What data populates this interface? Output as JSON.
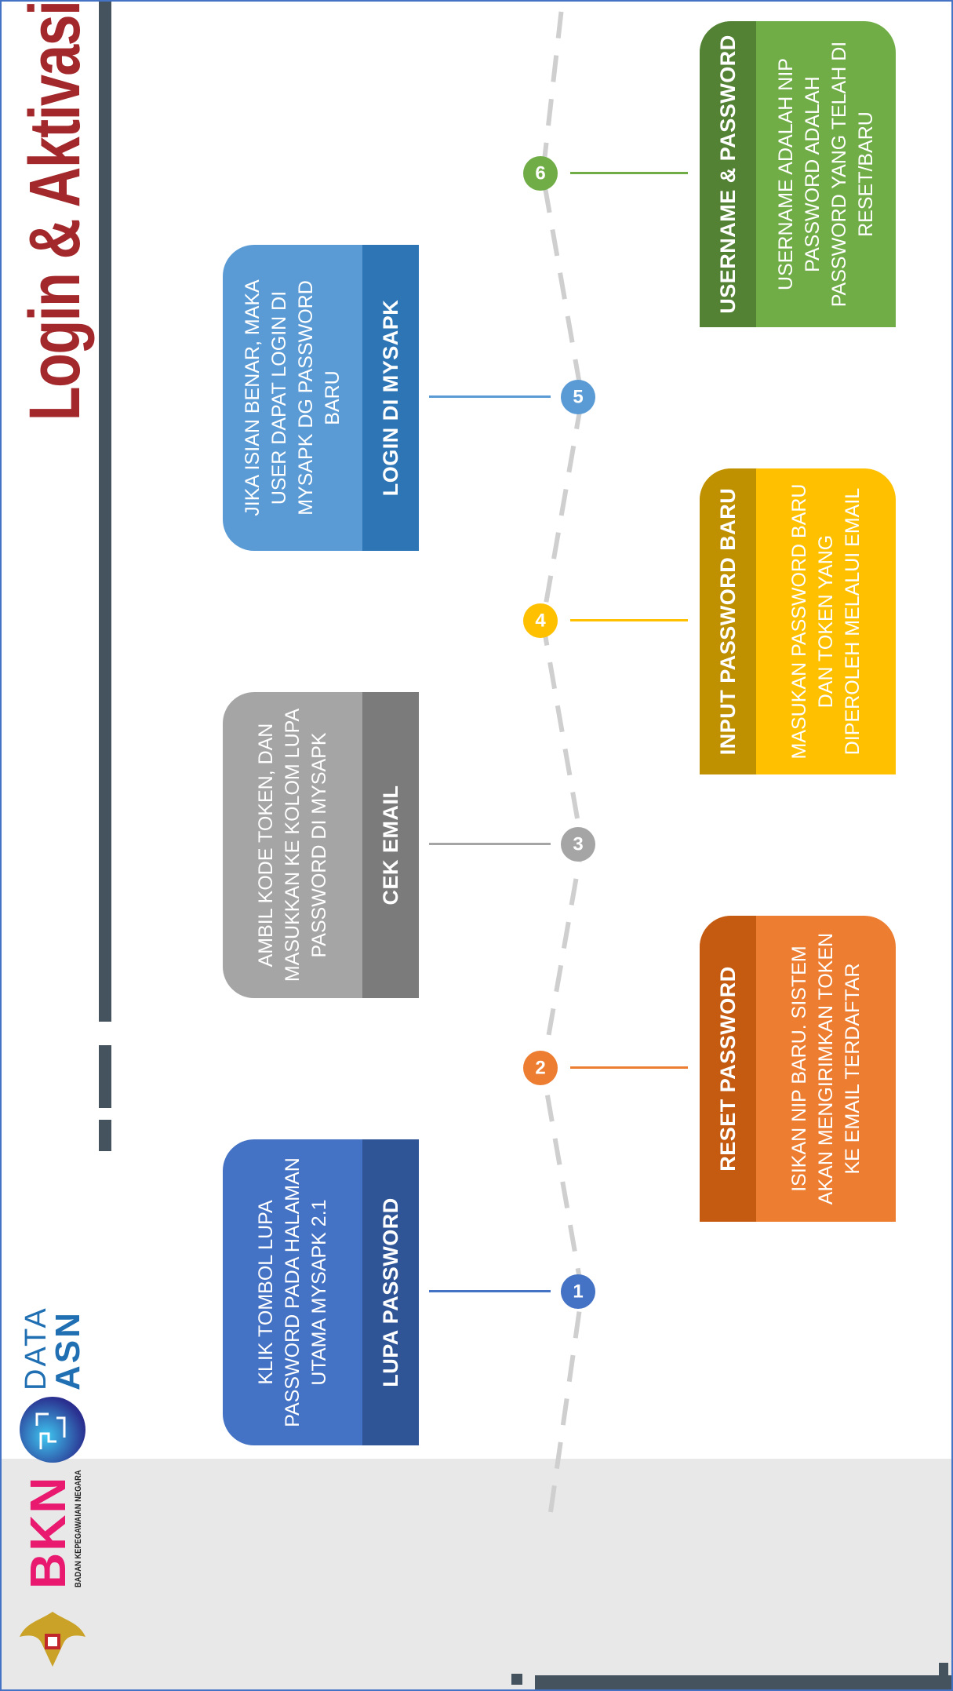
{
  "title": "Login & Aktivasi",
  "header": {
    "bkn_logo_text": "BKN",
    "bkn_subtitle": "BADAN KEPEGAWAIAN NEGARA",
    "data_asn_line1": "DATA",
    "data_asn_line2": "ASN"
  },
  "steps": [
    {
      "number": "1",
      "heading": "LUPA PASSWORD",
      "text": "KLIK TOMBOL LUPA PASSWORD PADA HALAMAN UTAMA MYSAPK 2.1",
      "color": "#4472c4",
      "head_color": "#2f5597"
    },
    {
      "number": "2",
      "heading": "RESET PASSWORD",
      "text": "ISIKAN NIP BARU. SISTEM AKAN MENGIRIMKAN TOKEN KE EMAIL TERDAFTAR",
      "color": "#ed7d31",
      "head_color": "#c55a11"
    },
    {
      "number": "3",
      "heading": "CEK EMAIL",
      "text": "AMBIL KODE TOKEN, DAN MASUKKAN KE KOLOM LUPA PASSWORD DI MYSAPK",
      "color": "#a5a5a5",
      "head_color": "#7b7b7b"
    },
    {
      "number": "4",
      "heading": "INPUT PASSWORD BARU",
      "text": "MASUKAN PASSWORD BARU DAN TOKEN YANG DIPEROLEH MELALUI EMAIL",
      "color": "#ffc000",
      "head_color": "#bf9000"
    },
    {
      "number": "5",
      "heading": "LOGIN DI MYSAPK",
      "text": "JIKA ISIAN BENAR, MAKA USER DAPAT LOGIN DI MYSAPK DG PASSWORD BARU",
      "color": "#5b9bd5",
      "head_color": "#2e75b6"
    },
    {
      "number": "6",
      "heading": "USERNAME  & PASSWORD",
      "text": "USERNAME ADALAH NIP PASSWORD ADALAH PASSWORD YANG TELAH DI RESET/BARU",
      "color": "#70ad47",
      "head_color": "#548235"
    }
  ]
}
